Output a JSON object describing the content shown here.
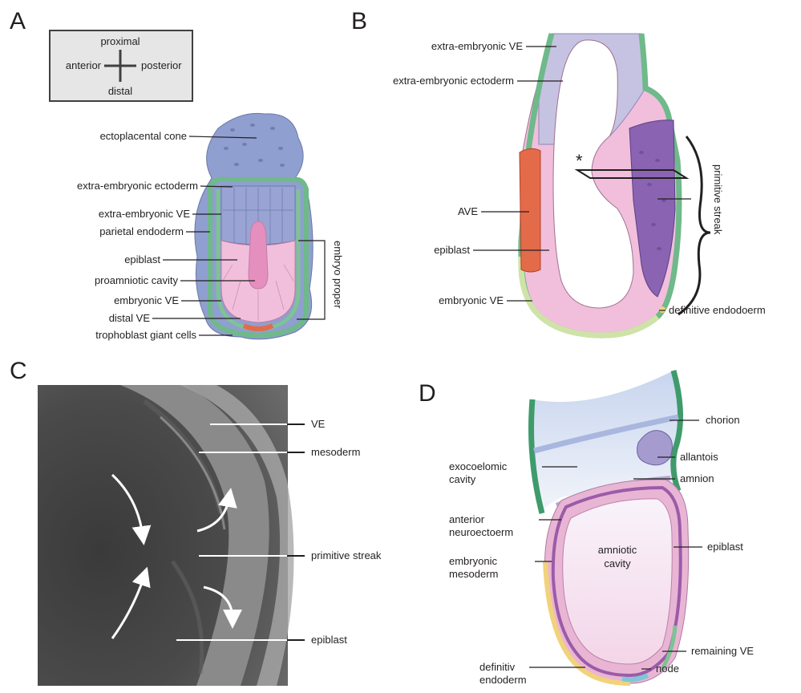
{
  "colors": {
    "trophoblast": "#8f9fcf",
    "extra_embryonic_ectoderm": "#9aa4d4",
    "visceral_endoderm": "#7fc294",
    "epiblast": "#f1bfdc",
    "ave": "#e36b4a",
    "streak_mesoderm": "#8a63b2",
    "definitive_endoderm": "#f2d27a",
    "chorion_amnion": "#a9b7df",
    "exocoelom": "#dfe6f4",
    "amniotic_cavity": "#fbeff7",
    "sem_background": "#555555"
  },
  "panels": {
    "A": {
      "letter": "A",
      "axes": {
        "proximal": "proximal",
        "distal": "distal",
        "anterior": "anterior",
        "posterior": "posterior"
      },
      "labels": {
        "ectoplacental_cone": "ectoplacental cone",
        "extra_embryonic_ectoderm": "extra-embryonic ectoderm",
        "extra_embryonic_ve": "extra-embryonic VE",
        "parietal_endoderm": "parietal endoderm",
        "epiblast": "epiblast",
        "proamniotic_cavity": "proamniotic cavity",
        "embryonic_ve": "embryonic VE",
        "distal_ve": "distal VE",
        "trophoblast_giant_cells": "trophoblast giant cells",
        "embryo_proper": "embryo proper"
      }
    },
    "B": {
      "letter": "B",
      "asterisk": "*",
      "labels": {
        "extra_embryonic_ve": "extra-embryonic VE",
        "extra_embryonic_ectoderm": "extra-embryonic ectoderm",
        "ave": "AVE",
        "epiblast": "epiblast",
        "embryonic_ve": "embryonic VE",
        "definitive_endoderm": "definitive endodoerm",
        "primitive_streak": "primitive streak"
      }
    },
    "C": {
      "letter": "C",
      "labels": {
        "ve": "VE",
        "mesoderm": "mesoderm",
        "primitive_streak": "primitive streak",
        "epiblast": "epiblast"
      }
    },
    "D": {
      "letter": "D",
      "labels": {
        "chorion": "chorion",
        "allantois": "allantois",
        "exocoelomic_cavity_1": "exocoelomic",
        "exocoelomic_cavity_2": "cavity",
        "amnion": "amnion",
        "anterior_neuroectoderm_1": "anterior",
        "anterior_neuroectoderm_2": "neuroectoerm",
        "amniotic_cavity_1": "amniotic",
        "amniotic_cavity_2": "cavity",
        "epiblast": "epiblast",
        "embryonic_mesoderm_1": "embryonic",
        "embryonic_mesoderm_2": "mesoderm",
        "remaining_ve": "remaining VE",
        "definitive_endoderm_1": "definitiv",
        "definitive_endoderm_2": "endoderm",
        "node": "node"
      }
    }
  }
}
